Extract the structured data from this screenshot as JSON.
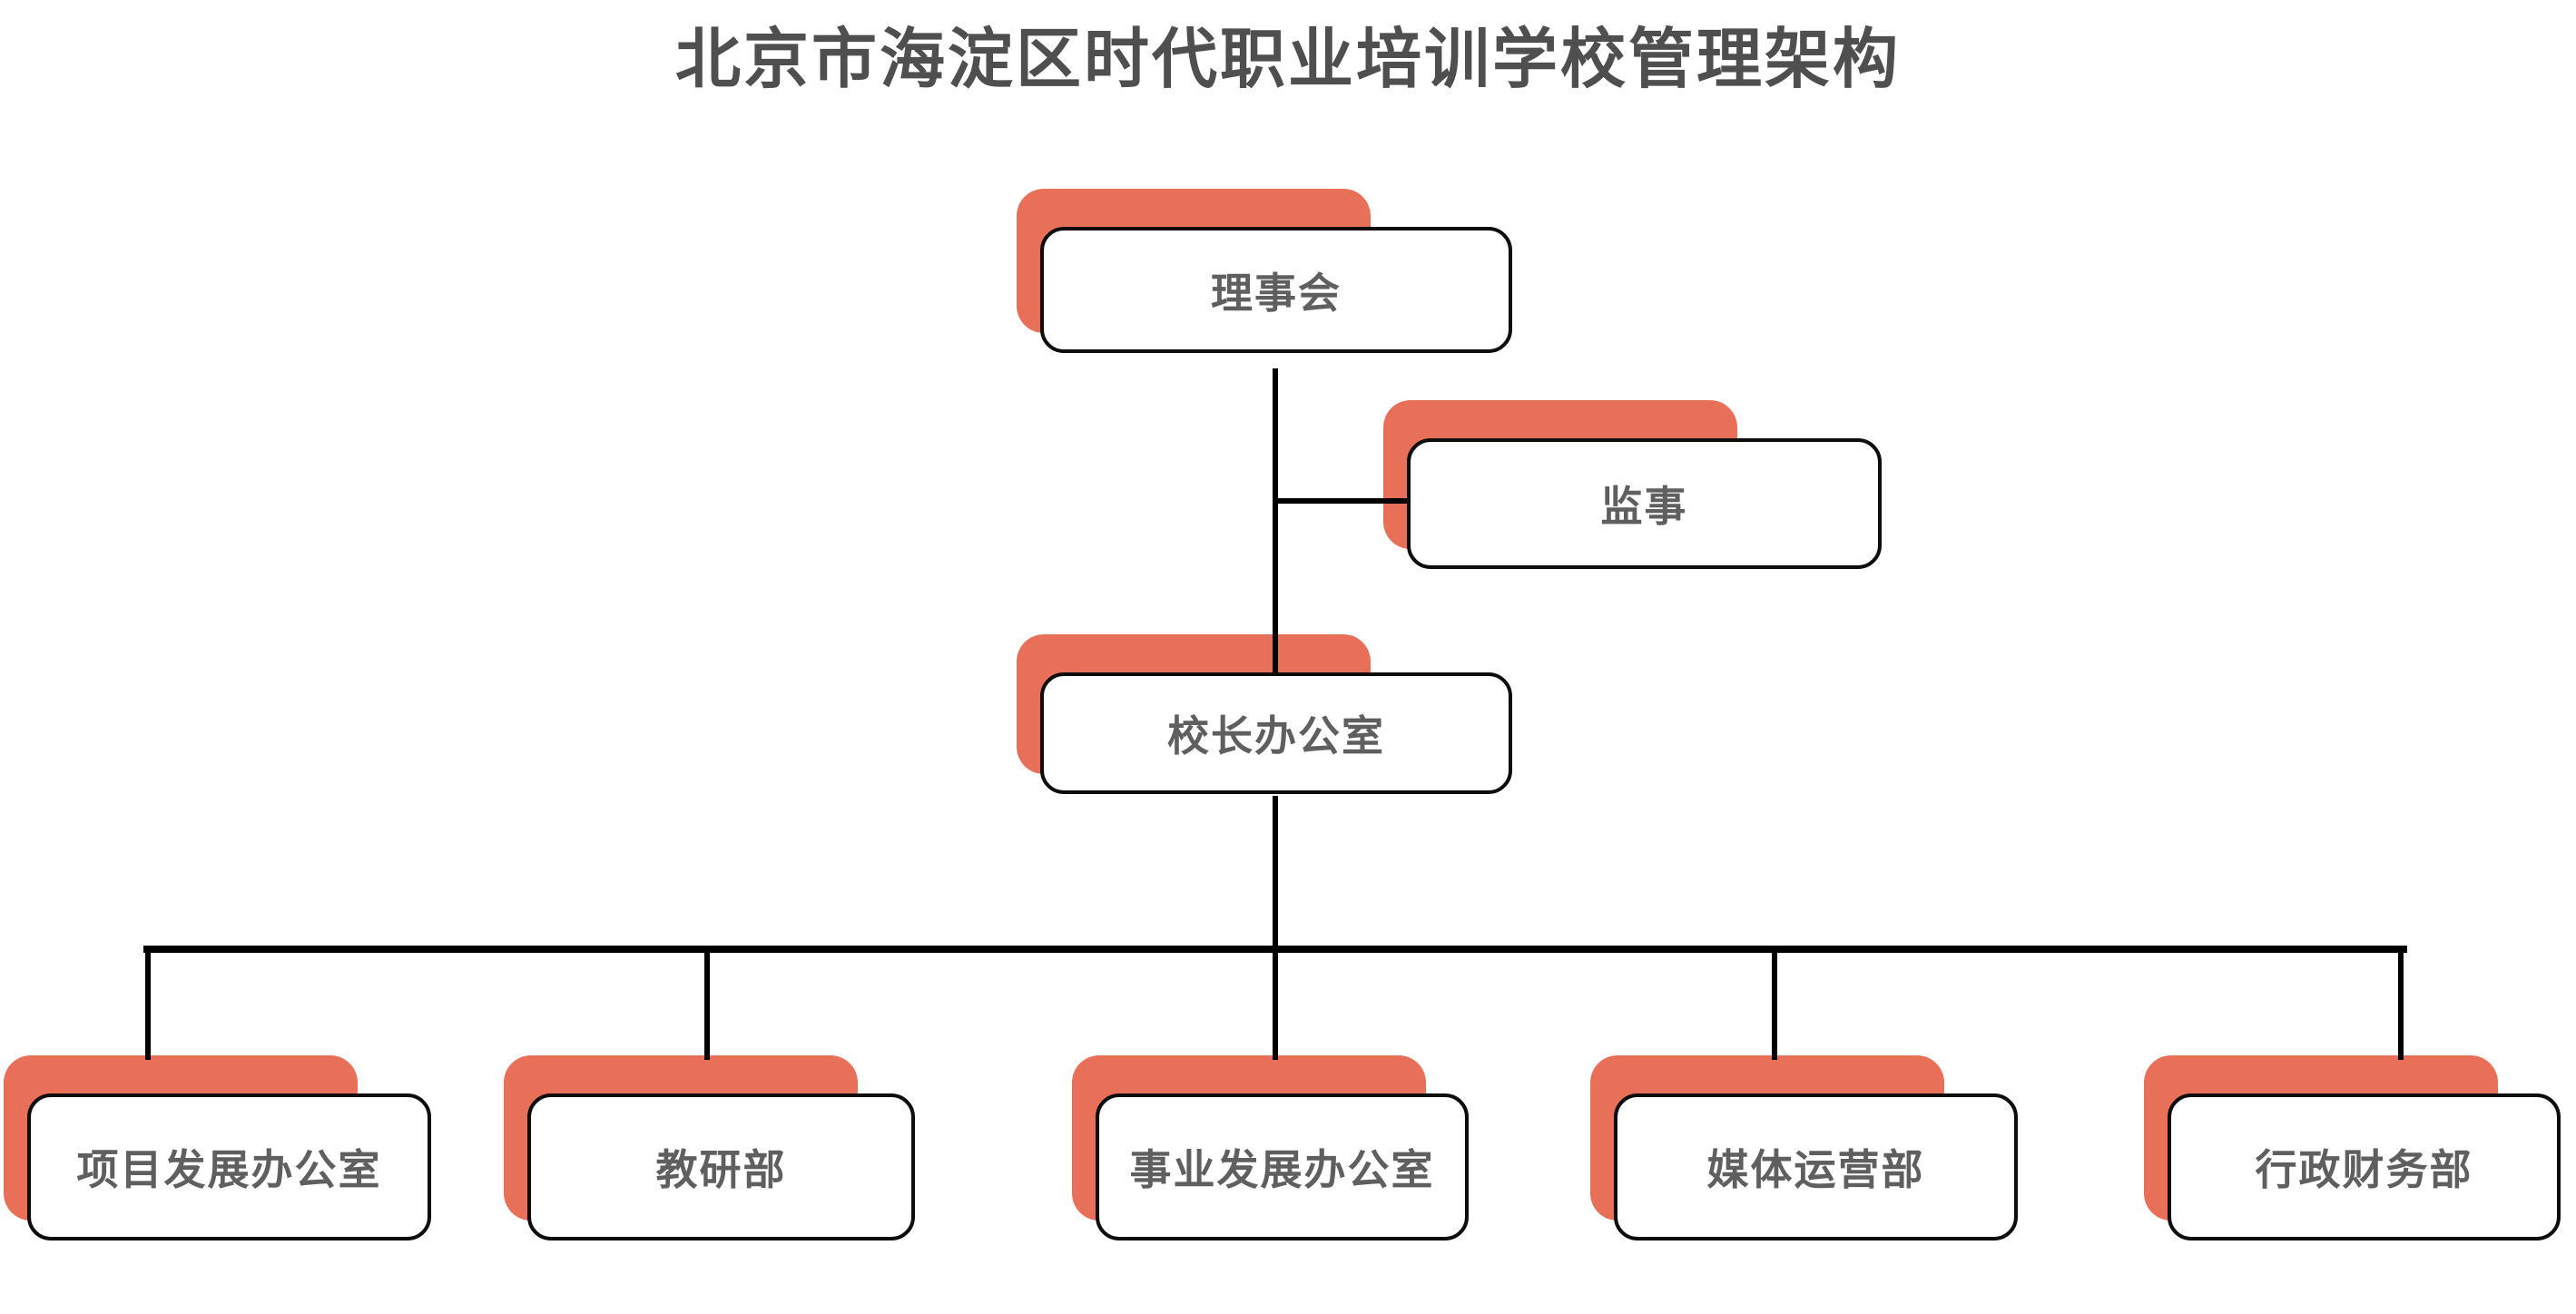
{
  "title": "北京市海淀区时代职业培训学校管理架构",
  "nodes": {
    "board": "理事会",
    "supervisor": "监事",
    "principal_office": "校长办公室",
    "departments": [
      "项目发展办公室",
      "教研部",
      "事业发展办公室",
      "媒体运营部",
      "行政财务部"
    ]
  },
  "structure": {
    "root": "理事会",
    "root_children": [
      "监事",
      "校长办公室"
    ],
    "principal_office_children": [
      "项目发展办公室",
      "教研部",
      "事业发展办公室",
      "媒体运营部",
      "行政财务部"
    ]
  },
  "colors": {
    "accent": "#E97058",
    "node_border": "#0D0D0D",
    "label_text": "#5F5F5F",
    "title_text": "#4F4F4F",
    "connector": "#000000",
    "background": "#FFFFFF"
  }
}
